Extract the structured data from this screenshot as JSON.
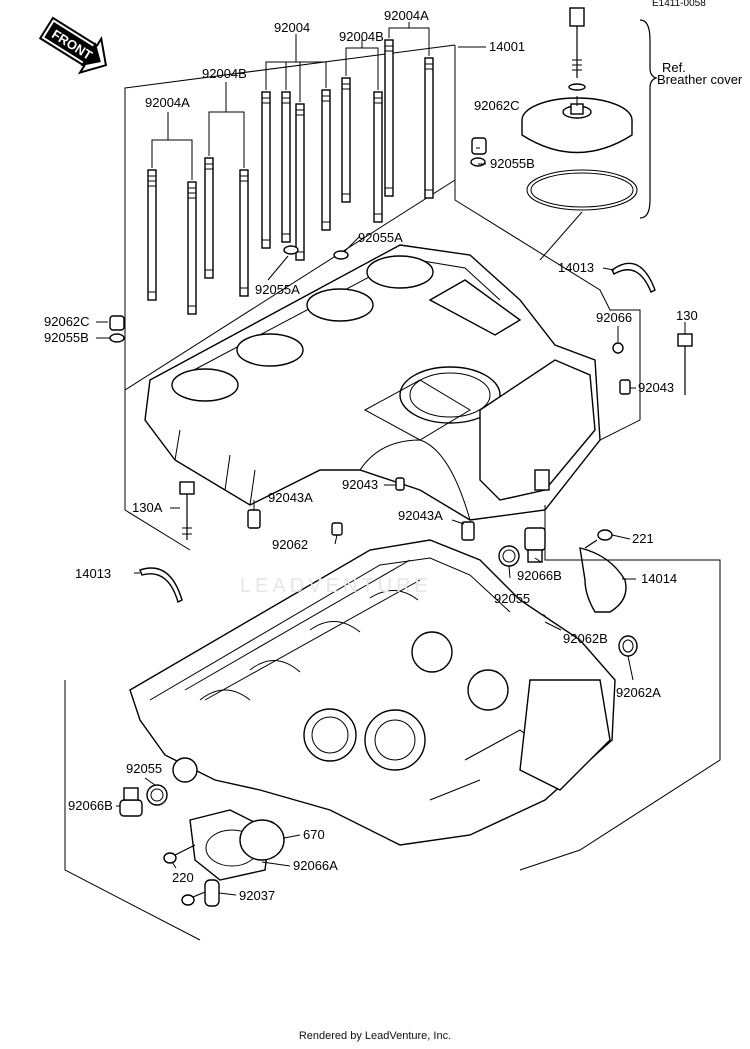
{
  "diagram_code": "E1411-0058",
  "front_label": "FRONT",
  "ref_note": {
    "line1": "Ref.",
    "line2": "Breather cover"
  },
  "footer": "Rendered by LeadVenture, Inc.",
  "watermark": "LEADVENTURE",
  "callouts": {
    "c14001": "14001",
    "c92004_top": "92004",
    "c92004A_top": "92004A",
    "c92004B_top": "92004B",
    "c92004B_left": "92004B",
    "c92004A_left": "92004A",
    "c92062C_top": "92062C",
    "c92055B_top": "92055B",
    "c92055A_mid": "92055A",
    "c92055A_low": "92055A",
    "c14013_top": "14013",
    "c92062C_left": "92062C",
    "c92055B_left": "92055B",
    "c92066": "92066",
    "c130": "130",
    "c92043_right": "92043",
    "c92043_mid": "92043",
    "c130A": "130A",
    "c92043A_left": "92043A",
    "c92043A_right": "92043A",
    "c92062": "92062",
    "c221": "221",
    "c14013_left": "14013",
    "c92066B_right": "92066B",
    "c14014": "14014",
    "c92055_right": "92055",
    "c92062B": "92062B",
    "c92062A": "92062A",
    "c92055_left": "92055",
    "c92066B_left": "92066B",
    "c670": "670",
    "c92066A": "92066A",
    "c220": "220",
    "c92037": "92037"
  }
}
